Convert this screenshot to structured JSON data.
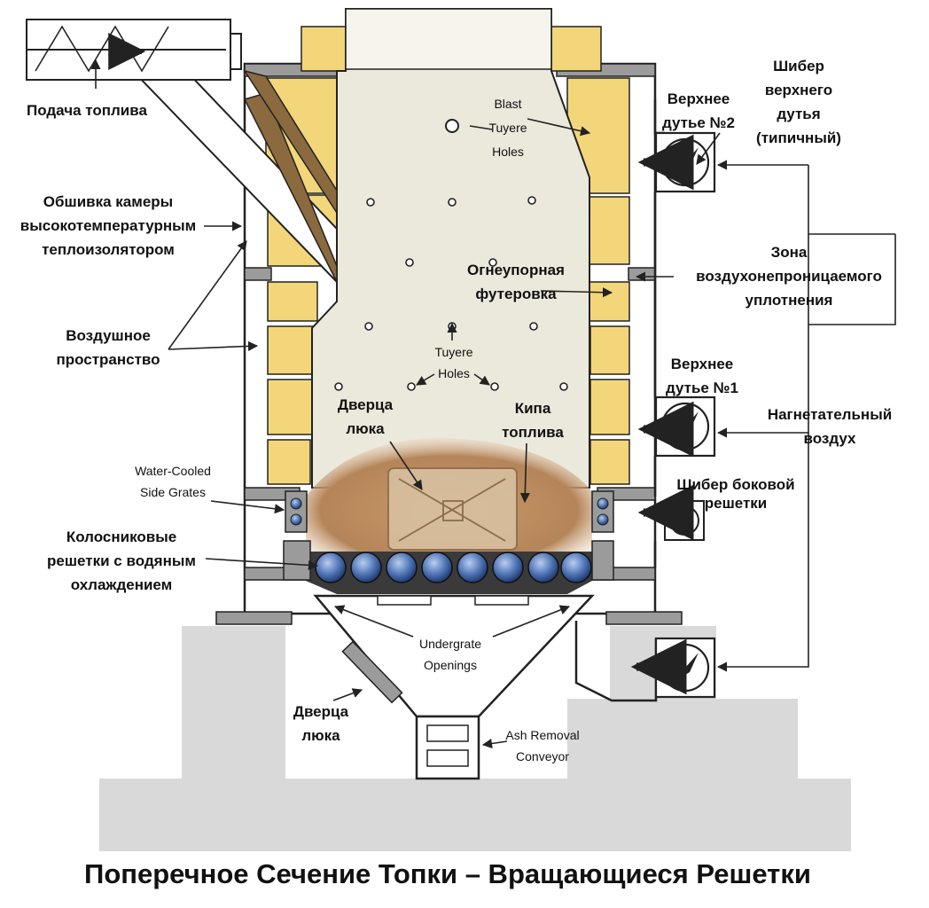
{
  "title": "Поперечное Сечение Топки – Вращающиеся Решетки",
  "labels": {
    "fuel_feed": "Подача топлива",
    "chamber_lining": [
      "Обшивка камеры",
      "высокотемпературным",
      "теплоизолятором"
    ],
    "air_space": [
      "Воздушное",
      "пространство"
    ],
    "water_cooled_side_grates": [
      "Water-Cooled",
      "Side Grates"
    ],
    "water_cooled_grates": [
      "Колосниковые",
      "решетки с водяным",
      "охлаждением"
    ],
    "blast_tuyere_holes": [
      "Blast",
      "Tuyere",
      "Holes"
    ],
    "refractory_lining": [
      "Огнеупорная",
      "футеровка"
    ],
    "tuyere_holes": [
      "Tuyere",
      "Holes"
    ],
    "access_door_upper": [
      "Дверца",
      "люка"
    ],
    "fuel_pile": [
      "Кипа",
      "топлива"
    ],
    "undergrate_openings": [
      "Undergrate",
      "Openings"
    ],
    "access_door_lower": [
      "Дверца",
      "люка"
    ],
    "ash_removal_conveyor": [
      "Ash Removal",
      "Conveyor"
    ],
    "overfire_air_2": [
      "Верхнее",
      "дутье №2"
    ],
    "overfire_damper": [
      "Шибер",
      "верхнего",
      "дутья",
      "(типичный)"
    ],
    "airtight_seal_zone": [
      "Зона",
      "воздухонепроницаемого",
      "уплотнения"
    ],
    "overfire_air_1": [
      "Верхнее",
      "дутье №1"
    ],
    "forced_air": [
      "Нагнетательный",
      "воздух"
    ],
    "side_grate_damper": [
      "Шибер боковой",
      "решетки"
    ]
  },
  "colors": {
    "insulation": "#f3d67a",
    "refractory": "#ebe8dc",
    "steel": "#9b9b9b",
    "foundation": "#d7d7d7",
    "fuel": "#b5855a",
    "grate": "#4f74b4"
  }
}
